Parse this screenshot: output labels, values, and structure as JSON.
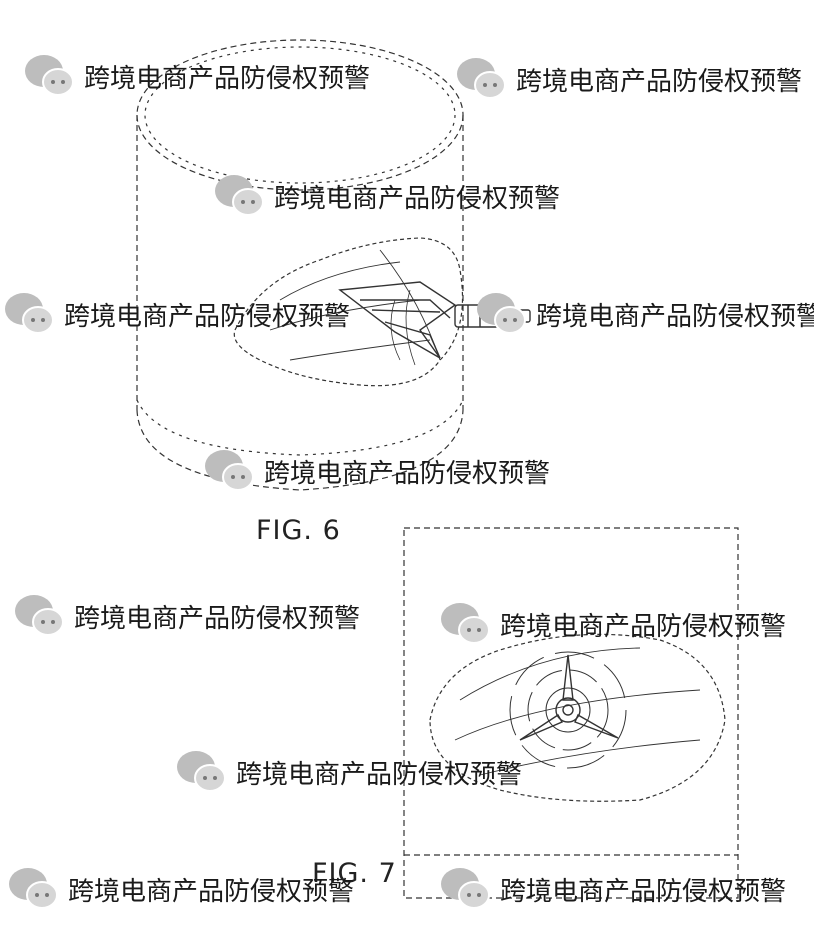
{
  "figures": [
    {
      "id": "fig6",
      "caption": "FIG. 6"
    },
    {
      "id": "fig7",
      "caption": "FIG. 7"
    }
  ],
  "watermark": {
    "text": "跨境电商产品防侵权预警",
    "icon": "wechat-icon"
  },
  "colors": {
    "line": "#333333",
    "watermark_icon": "#b8b8b8"
  }
}
